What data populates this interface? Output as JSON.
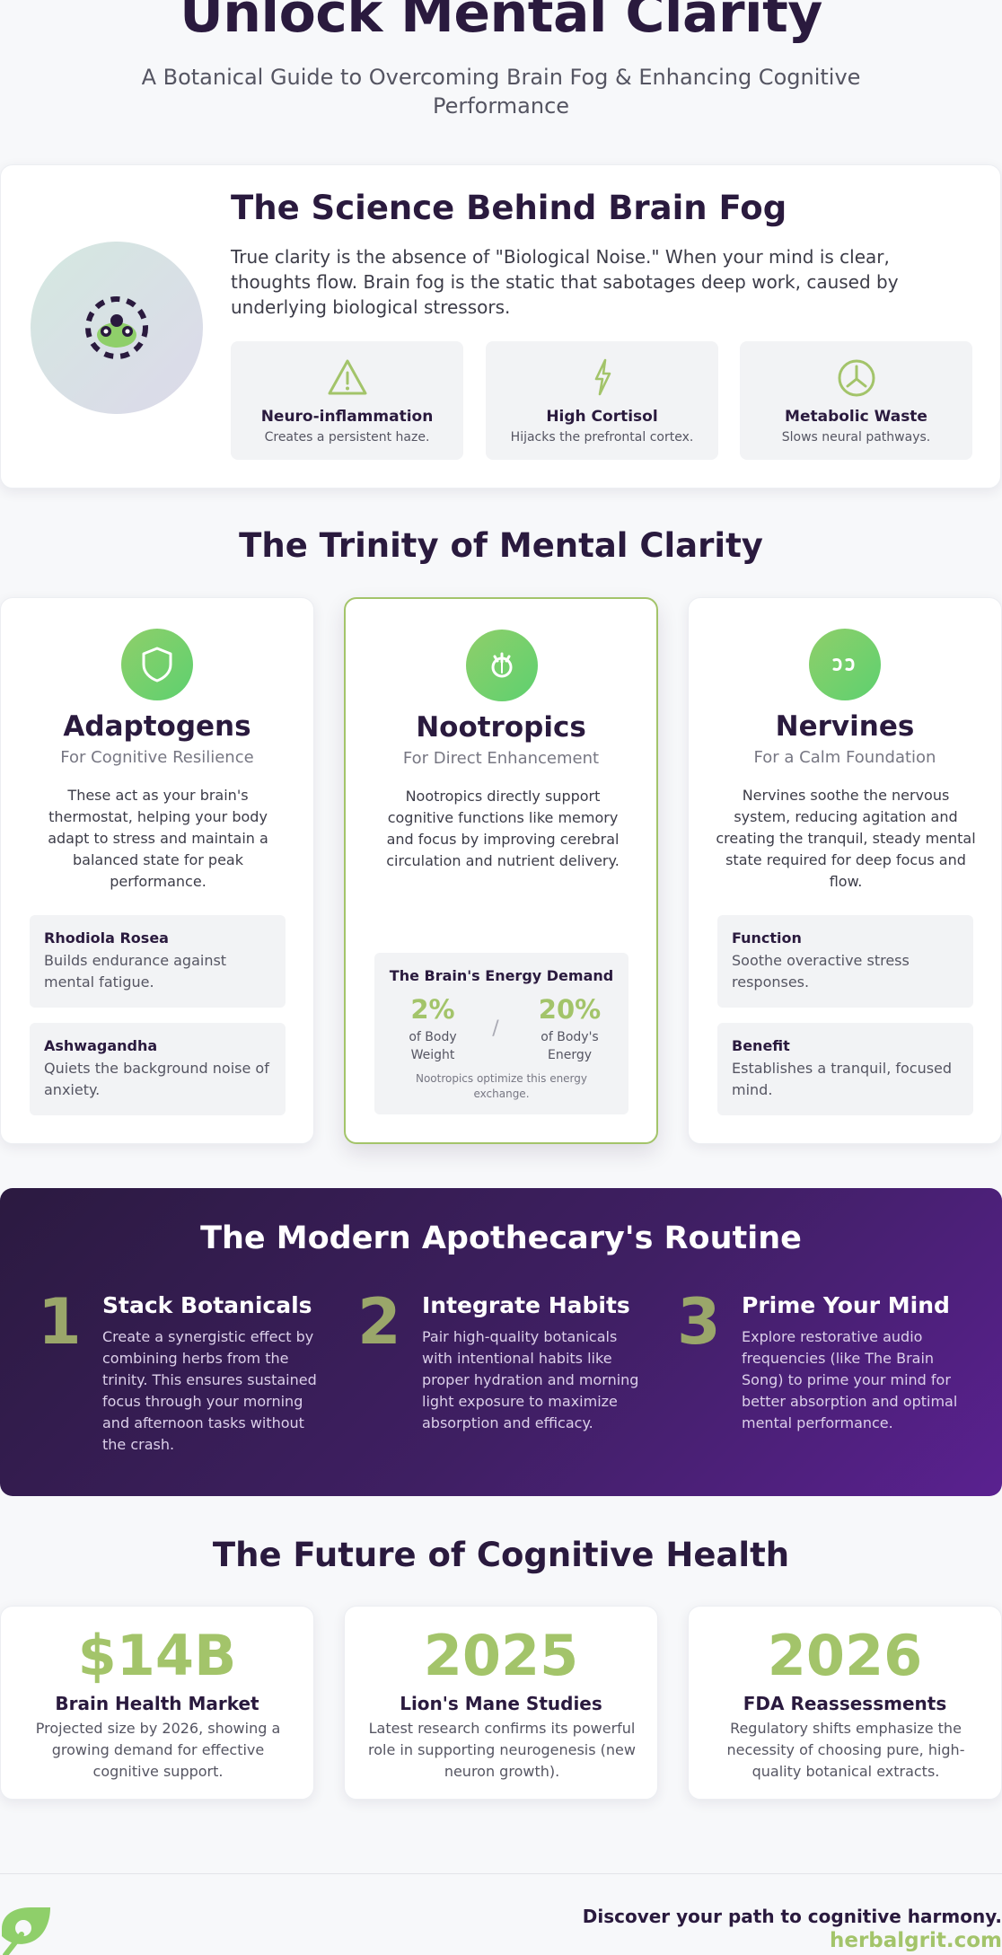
{
  "hero": {
    "title": "Unlock Mental Clarity",
    "subtitle": "A Botanical Guide to Overcoming Brain Fog & Enhancing Cognitive Performance"
  },
  "science": {
    "title": "The Science Behind Brain Fog",
    "body": "True clarity is the absence of \"Biological Noise.\" When your mind is clear, thoughts flow. Brain fog is the static that sabotages deep work, caused by underlying biological stressors.",
    "stressors": [
      {
        "title": "Neuro-inflammation",
        "desc": "Creates a persistent haze.",
        "icon": "warning-icon"
      },
      {
        "title": "High Cortisol",
        "desc": "Hijacks the prefrontal cortex.",
        "icon": "bolt-icon"
      },
      {
        "title": "Metabolic Waste",
        "desc": "Slows neural pathways.",
        "icon": "peace-icon"
      }
    ]
  },
  "trinity": {
    "title": "The Trinity of Mental Clarity",
    "pillars": [
      {
        "name": "Adaptogens",
        "tag": "For Cognitive Resilience",
        "desc": "These act as your brain's thermostat, helping your body adapt to stress and maintain a balanced state for peak performance.",
        "items": [
          {
            "h": "Rhodiola Rosea",
            "p": "Builds endurance against mental fatigue."
          },
          {
            "h": "Ashwagandha",
            "p": "Quiets the background noise of anxiety."
          }
        ]
      },
      {
        "name": "Nootropics",
        "tag": "For Direct Enhancement",
        "desc": "Nootropics directly support cognitive functions like memory and focus by improving cerebral circulation and nutrient delivery.",
        "energy": {
          "title": "The Brain's Energy Demand",
          "left_value": "2%",
          "left_label": "of Body Weight",
          "sep": "/",
          "right_value": "20%",
          "right_label": "of Body's Energy",
          "note": "Nootropics optimize this energy exchange."
        }
      },
      {
        "name": "Nervines",
        "tag": "For a Calm Foundation",
        "desc": "Nervines soothe the nervous system, reducing agitation and creating the tranquil, steady mental state required for deep focus and flow.",
        "items": [
          {
            "h": "Function",
            "p": "Soothe overactive stress responses."
          },
          {
            "h": "Benefit",
            "p": "Establishes a tranquil, focused mind."
          }
        ]
      }
    ]
  },
  "routine": {
    "title": "The Modern Apothecary's Routine",
    "steps": [
      {
        "num": "1",
        "title": "Stack Botanicals",
        "text": "Create a synergistic effect by combining herbs from the trinity. This ensures sustained focus through your morning and afternoon tasks without the crash."
      },
      {
        "num": "2",
        "title": "Integrate Habits",
        "text": "Pair high-quality botanicals with intentional habits like proper hydration and morning light exposure to maximize absorption and efficacy."
      },
      {
        "num": "3",
        "title": "Prime Your Mind",
        "text": "Explore restorative audio frequencies (like The Brain Song) to prime your mind for better absorption and optimal mental performance."
      }
    ]
  },
  "future": {
    "title": "The Future of Cognitive Health",
    "stats": [
      {
        "big": "$14B",
        "label": "Brain Health Market",
        "text": "Projected size by 2026, showing a growing demand for effective cognitive support."
      },
      {
        "big": "2025",
        "label": "Lion's Mane Studies",
        "text": "Latest research confirms its powerful role in supporting neurogenesis (new neuron growth)."
      },
      {
        "big": "2026",
        "label": "FDA Reassessments",
        "text": "Regulatory shifts emphasize the necessity of choosing pure, high-quality botanical extracts."
      }
    ]
  },
  "footer": {
    "tagline": "Discover your path to cognitive harmony.",
    "site": "herbalgrit.com"
  },
  "colors": {
    "accent_green": "#a3c46a",
    "deep_purple": "#2a1a3e",
    "routine_gradient_end": "#5a2190"
  }
}
